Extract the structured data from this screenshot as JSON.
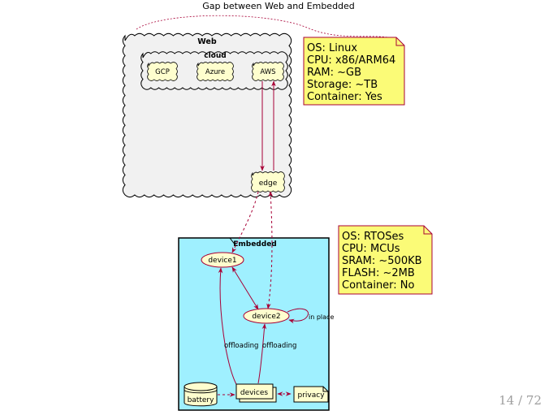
{
  "title": "Gap between Web and Embedded",
  "web": {
    "label": "Web",
    "cloud": {
      "label": "cloud",
      "providers": [
        "GCP",
        "Azure",
        "AWS"
      ]
    },
    "edge": "edge"
  },
  "embedded": {
    "label": "Embedded",
    "nodes": {
      "device1": "device1",
      "device2": "device2",
      "battery": "battery",
      "devices": "devices",
      "privacy": "privacy"
    },
    "edge_labels": {
      "in_place": "in place",
      "offloading_left": "offloading",
      "offloading_right": "offloading"
    }
  },
  "notes": {
    "web": [
      "OS: Linux",
      "CPU: x86/ARM64",
      "RAM: ~GB",
      "Storage: ~TB",
      "Container: Yes"
    ],
    "embedded": [
      "OS: RTOSes",
      "CPU: MCUs",
      "SRAM: ~500KB",
      "FLASH: ~2MB",
      "Container: No"
    ]
  },
  "colors": {
    "web_fill": "#f1f1f1",
    "embedded_fill": "#9ff0ff",
    "node_fill": "#fefece",
    "note_fill": "#fbfb77",
    "arrow": "#a80036"
  },
  "page_number": "14 / 72"
}
